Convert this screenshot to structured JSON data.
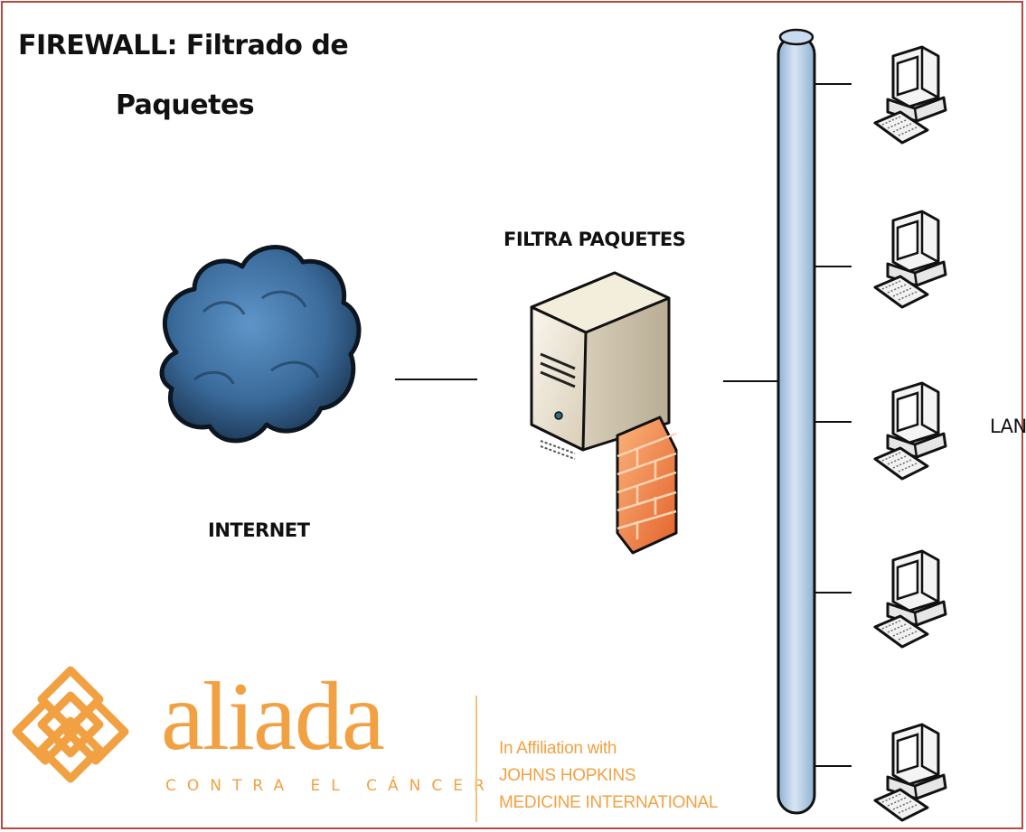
{
  "title": {
    "line1": "FIREWALL: Filtrado de",
    "line2": "Paquetes"
  },
  "nodes": {
    "internet_label": "INTERNET",
    "firewall_label": "FILTRA PAQUETES",
    "lan_label": "LAN"
  },
  "workstations": 5,
  "logo": {
    "word": "aliada",
    "tagline": "CONTRA EL CÁNCER",
    "affiliation": [
      "In Affiliation with",
      "JOHNS HOPKINS",
      "MEDICINE INTERNATIONAL"
    ]
  },
  "colors": {
    "frame": "#b9483f",
    "cloud": "#3d6f9e",
    "bus": "#b9cfe6",
    "brand_orange": "#f2a142",
    "firewall_brick": "#f08a4b"
  }
}
